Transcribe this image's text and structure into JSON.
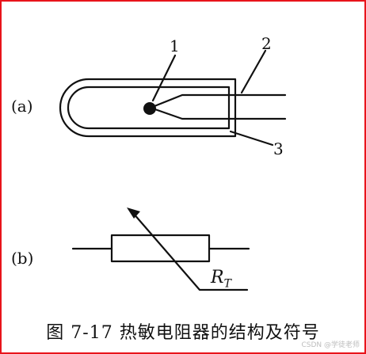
{
  "diagram": {
    "label_a": "(a)",
    "label_b": "(b)",
    "callout_1": "1",
    "callout_2": "2",
    "callout_3": "3",
    "symbol_main": "R",
    "symbol_sub": "T",
    "caption": "图 7-17   热敏电阻器的结构及符号",
    "watermark": "CSDN @学徒老师"
  },
  "colors": {
    "border": "#e8141b",
    "ink": "#111111"
  }
}
